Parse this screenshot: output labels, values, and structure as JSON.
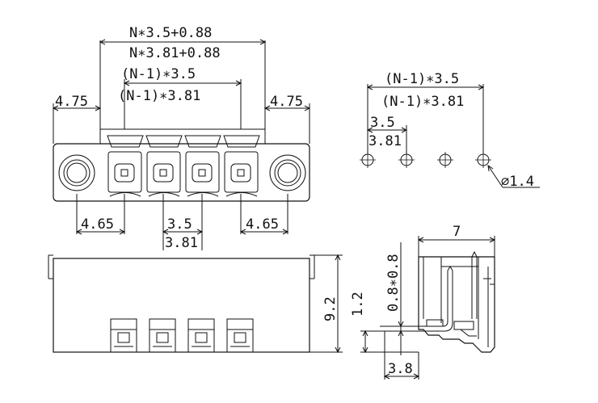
{
  "drawing": {
    "front_view": {
      "overall_width_35": "N∗3.5+0.88",
      "overall_width_381": "N∗3.81+0.88",
      "span_35": "(N-1)∗3.5",
      "span_381": "(N-1)∗3.81",
      "flange_left": "4.75",
      "flange_right": "4.75",
      "edge_left": "4.65",
      "pitch_35": "3.5",
      "pitch_381": "3.81",
      "edge_right": "4.65"
    },
    "pcb_layout": {
      "span_35": "(N-1)∗3.5",
      "span_381": "(N-1)∗3.81",
      "pitch_35": "3.5",
      "pitch_381": "3.81",
      "hole_diameter": "∅1.4"
    },
    "bottom_view": {
      "height": "9.2"
    },
    "side_view": {
      "width": "7",
      "pin_offset": "1.2",
      "pin_size": "0.8∗0.8",
      "pin_length": "3.8"
    }
  }
}
